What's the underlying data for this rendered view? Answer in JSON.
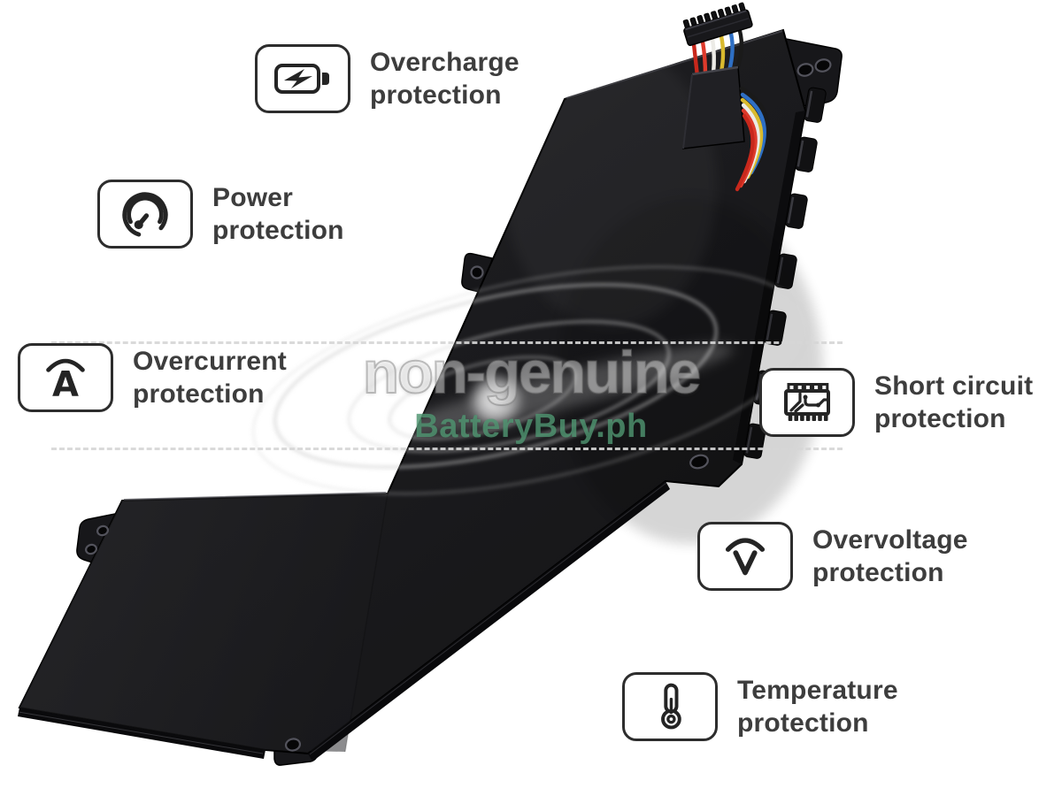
{
  "watermark": {
    "title": "non-genuine",
    "brand": "BatteryBuy.ph",
    "brand_color": "#509672"
  },
  "features": [
    {
      "id": "overcharge",
      "icon": "battery-bolt-icon",
      "line1": "Overcharge",
      "line2": "protection"
    },
    {
      "id": "power",
      "icon": "gauge-icon",
      "line1": "Power",
      "line2": "protection"
    },
    {
      "id": "overcurrent",
      "icon": "ampere-arc-icon",
      "line1": "Overcurrent",
      "line2": "protection"
    },
    {
      "id": "short-circuit",
      "icon": "chip-icon",
      "line1": "Short circuit",
      "line2": "protection"
    },
    {
      "id": "overvoltage",
      "icon": "volt-arc-icon",
      "line1": "Overvoltage",
      "line2": "protection"
    },
    {
      "id": "temperature",
      "icon": "thermometer-icon",
      "line1": "Temperature",
      "line2": "protection"
    }
  ],
  "product": {
    "type": "laptop-battery",
    "body_color": "#1b1b1e",
    "wire_colors": {
      "red_1": "#c8281c",
      "red_2": "#de3a2b",
      "white": "#ecebe6",
      "yellow": "#d9ba2e",
      "blue": "#2e6fc4",
      "black": "#1a1a1a"
    }
  },
  "ampere_glyph": "A",
  "volt_glyph": "V"
}
